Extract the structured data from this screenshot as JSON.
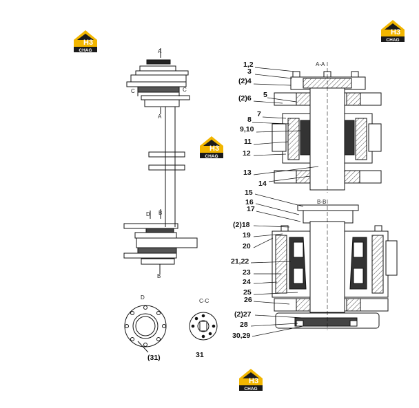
{
  "logo": {
    "mark": "H3",
    "word": "CHAG"
  },
  "section_labels": {
    "a_a": "A-A",
    "b_b": "B-B",
    "c_c": "C-C",
    "d": "D",
    "a": "A",
    "c": "C",
    "b": "B"
  },
  "parts": {
    "p1_2": "1,2",
    "p3": "3",
    "p4": "(2)4",
    "p5": "5",
    "p6": "(2)6",
    "p7": "7",
    "p8": "8",
    "p9_10": "9,10",
    "p11": "11",
    "p12": "12",
    "p13": "13",
    "p14": "14",
    "p15": "15",
    "p16": "16",
    "p17": "17",
    "p18": "(2)18",
    "p19": "19",
    "p20": "20",
    "p21_22": "21,22",
    "p23": "23",
    "p24": "24",
    "p25": "25",
    "p26": "26",
    "p27": "(2)27",
    "p28": "28",
    "p29_30": "30,29",
    "p31a": "(31)",
    "p31b": "31"
  },
  "colors": {
    "logo_yellow": "#f2b600",
    "logo_black": "#1a1a1a",
    "line": "#111111"
  }
}
